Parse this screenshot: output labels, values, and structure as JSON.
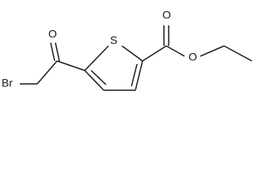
{
  "molecule": {
    "atoms": {
      "bromine": "Br",
      "ketone_oxygen": "O",
      "sulfur": "S",
      "ester_carbonyl_oxygen": "O",
      "ester_ether_oxygen": "O"
    },
    "colors": {
      "bond": "#1a1a1a",
      "label": "#1a1a1a",
      "background": "#ffffff"
    }
  }
}
